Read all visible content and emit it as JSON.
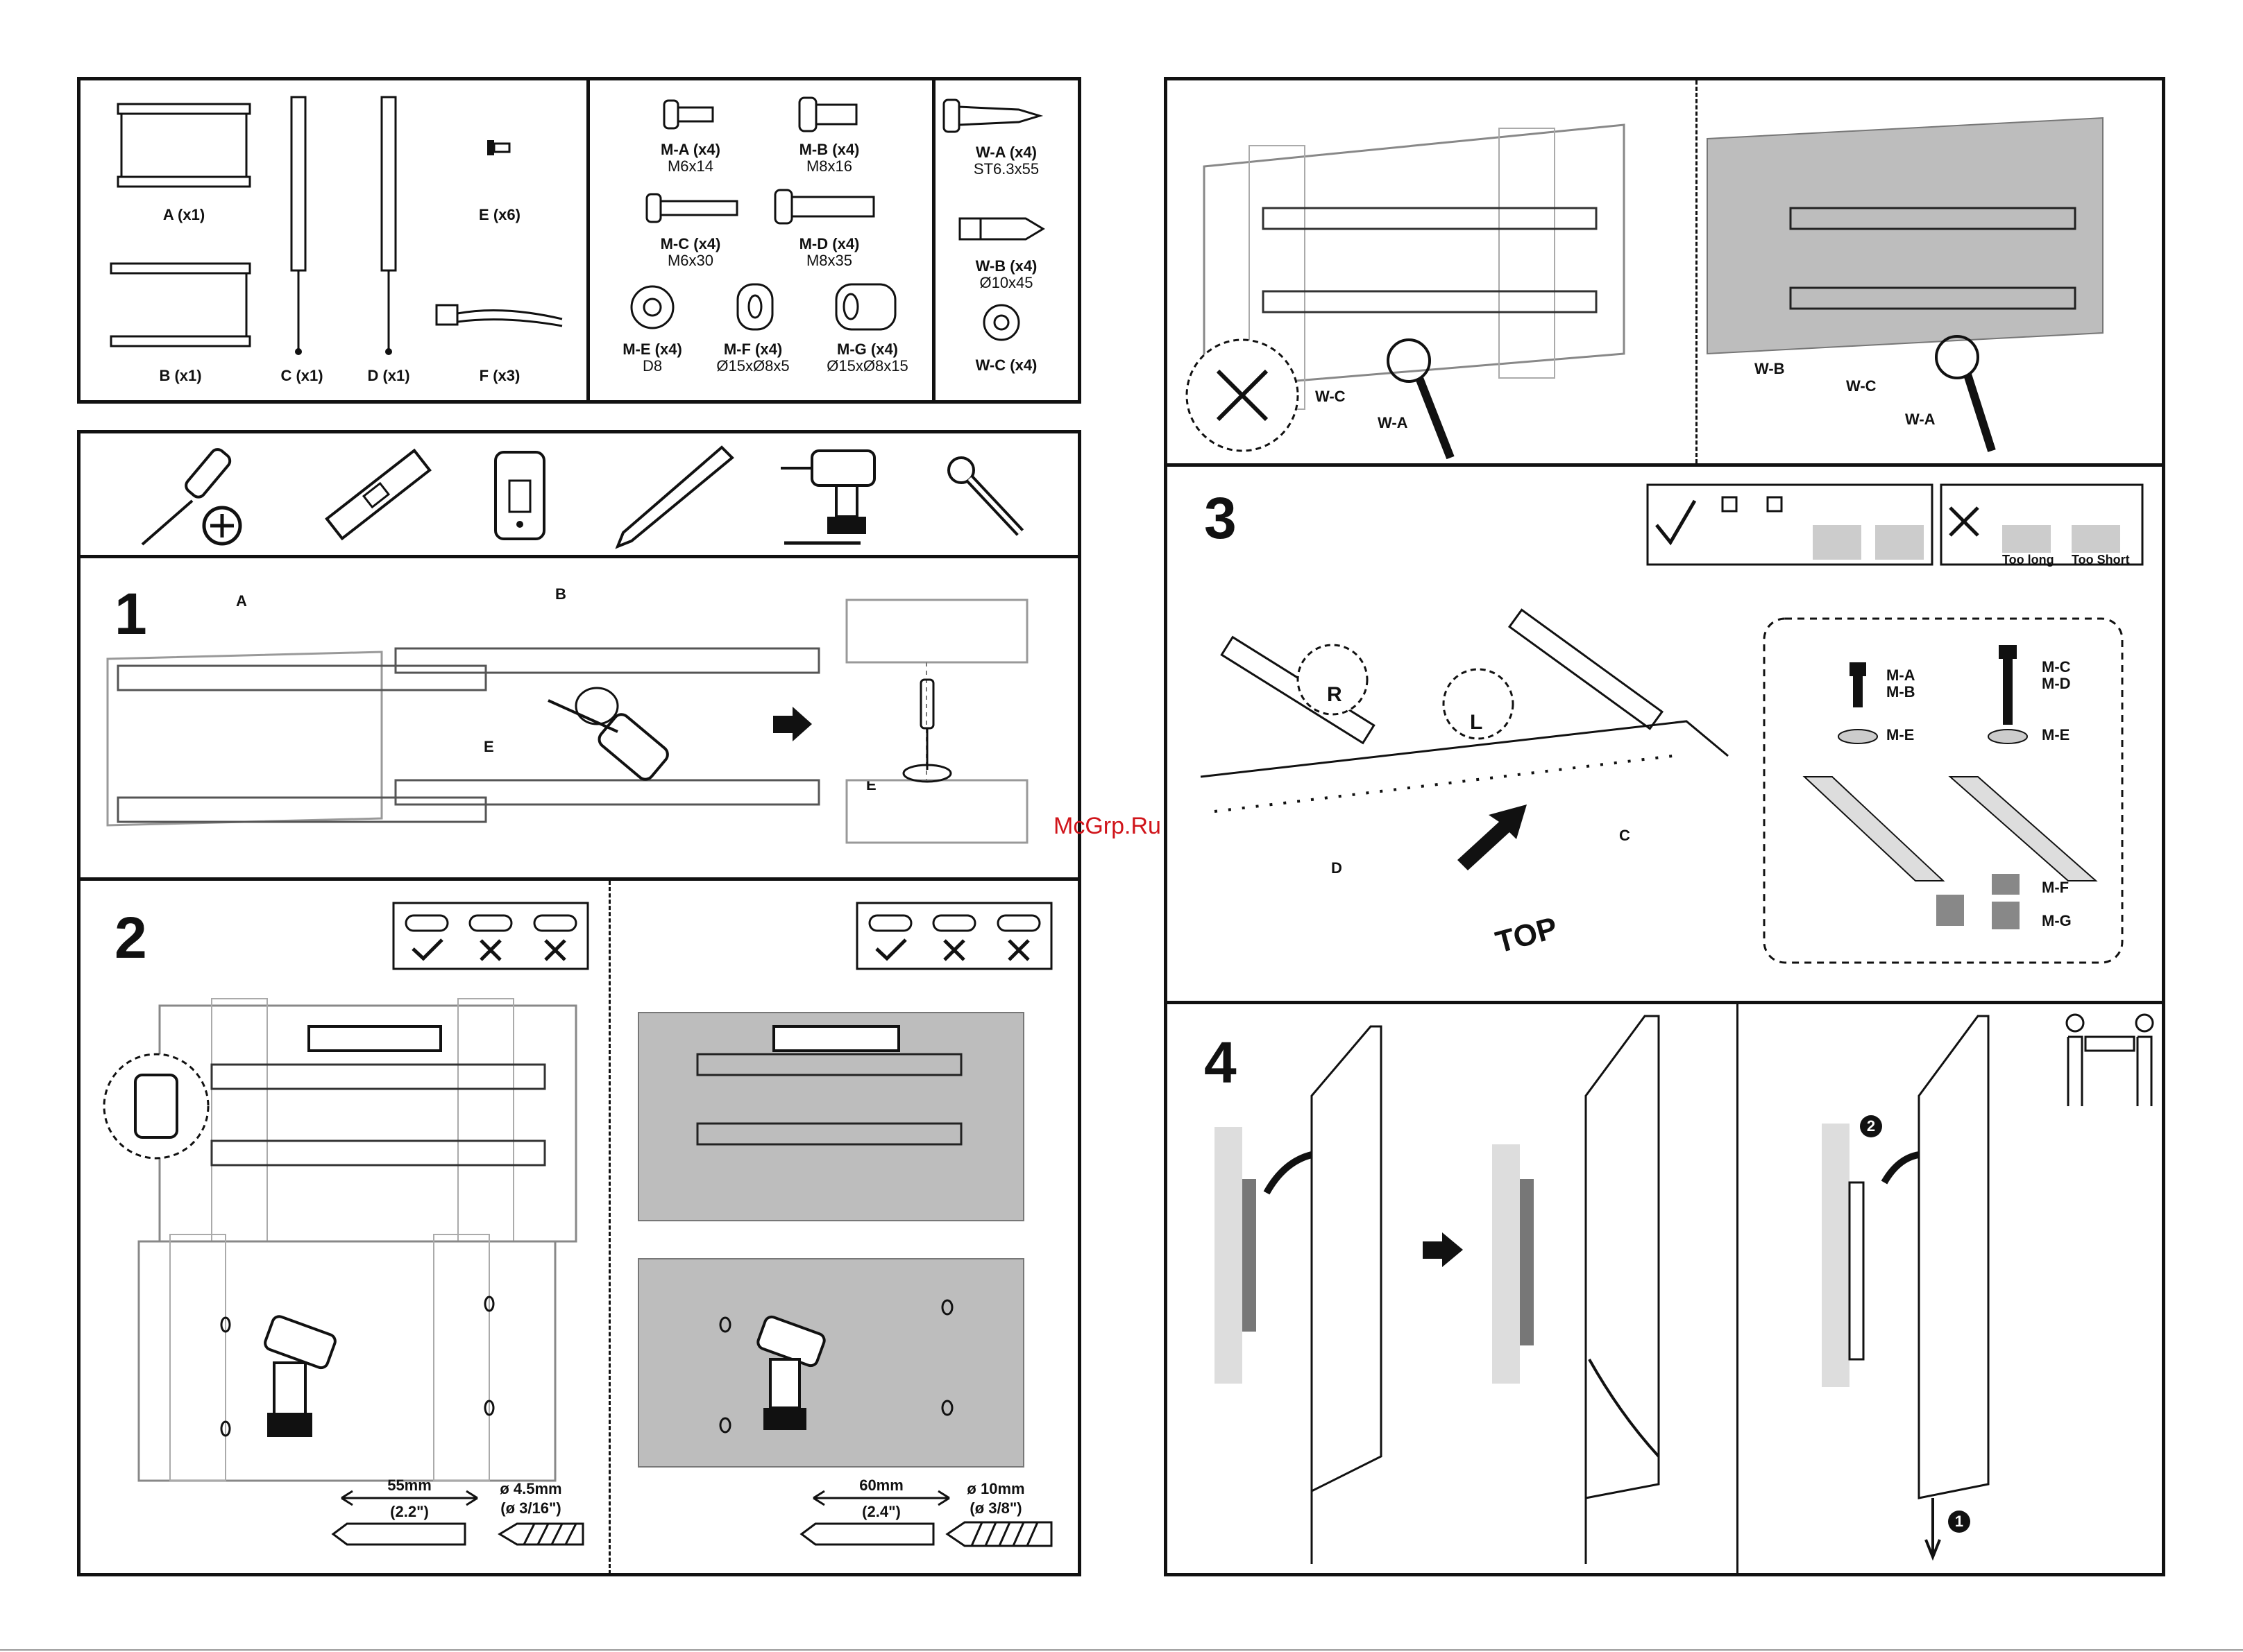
{
  "parts": {
    "brackets": [
      {
        "label": "A (x1)"
      },
      {
        "label": "B (x1)"
      },
      {
        "label": "C (x1)"
      },
      {
        "label": "D (x1)"
      },
      {
        "label": "E (x6)"
      },
      {
        "label": "F (x3)"
      }
    ],
    "machine_screws": [
      {
        "label": "M-A (x4)",
        "size": "M6x14"
      },
      {
        "label": "M-B (x4)",
        "size": "M8x16"
      },
      {
        "label": "M-C (x4)",
        "size": "M6x30"
      },
      {
        "label": "M-D (x4)",
        "size": "M8x35"
      },
      {
        "label": "M-E (x4)",
        "size": "D8"
      },
      {
        "label": "M-F (x4)",
        "size": "Ø15xØ8x5"
      },
      {
        "label": "M-G (x4)",
        "size": "Ø15xØ8x15"
      }
    ],
    "wall_hardware": [
      {
        "label": "W-A (x4)",
        "size": "ST6.3x55"
      },
      {
        "label": "W-B (x4)",
        "size": "Ø10x45"
      },
      {
        "label": "W-C (x4)",
        "size": ""
      }
    ]
  },
  "tools": [
    "phillips-screwdriver",
    "spirit-level",
    "stud-finder",
    "pencil",
    "power-drill",
    "socket-wrench"
  ],
  "step1": {
    "number": "1",
    "label_a": "A",
    "label_b": "B",
    "label_e": "E",
    "label_e2": "E"
  },
  "step2": {
    "number": "2",
    "wood": {
      "spacing": "55mm",
      "spacing_in": "(2.2\")",
      "drill": "ø 4.5mm",
      "drill_in": "(ø 3/16\")"
    },
    "concrete": {
      "spacing": "60mm",
      "spacing_in": "(2.4\")",
      "drill": "ø 10mm",
      "drill_in": "(ø 3/8\")"
    }
  },
  "wall_step": {
    "wc": "W-C",
    "wa": "W-A",
    "wb": "W-B",
    "wc2": "W-C",
    "wa2": "W-A"
  },
  "step3": {
    "number": "3",
    "too_long": "Too long",
    "too_short": "Too Short",
    "label_r": "R",
    "label_l": "L",
    "label_d": "D",
    "label_c": "C",
    "top": "TOP",
    "ma_mb": [
      "M-A",
      "M-B"
    ],
    "mc_md": [
      "M-C",
      "M-D"
    ],
    "me_left": "M-E",
    "me_right": "M-E",
    "mf": "M-F",
    "mg": "M-G"
  },
  "step4": {
    "number": "4",
    "sub_step_1": "1",
    "sub_step_2": "2"
  },
  "watermark": "McGrp.Ru"
}
